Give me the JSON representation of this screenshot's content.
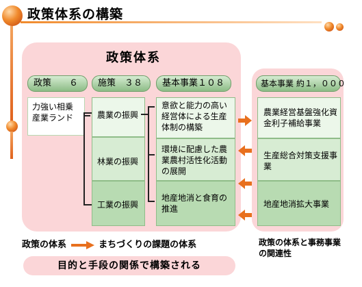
{
  "title": "政策体系の構築",
  "panel_title": "政策体系",
  "headers": {
    "policy": "政策　　６",
    "measures": "施策　３８",
    "basic": "基本事業１０８",
    "basic_total": "基本事業 約１，０００"
  },
  "policy_item": "力強い相乗産業ランド",
  "measures": [
    "農業の振興",
    "林業の振興",
    "工業の振興"
  ],
  "basic_items": [
    "意欲と能力の高い経営体による生産体制の構築",
    "環境に配慮した農業農村活性化活動の展開",
    "地産地消と食育の推進"
  ],
  "projects": [
    "農業経営基盤強化資金利子補給事業",
    "生産総合対策支援事業",
    "地産地消拡大事業"
  ],
  "bottom_left": {
    "part1": "政策の体系",
    "part2": "まちづくりの課題の体系"
  },
  "bottom_right": "政策の体系と事務事業の関連性",
  "bottom_pill": "目的と手段の関係で構築される",
  "colors": {
    "accent": "#e0621d",
    "panel": "#fbd6d8",
    "arrow": "#e8701e"
  }
}
